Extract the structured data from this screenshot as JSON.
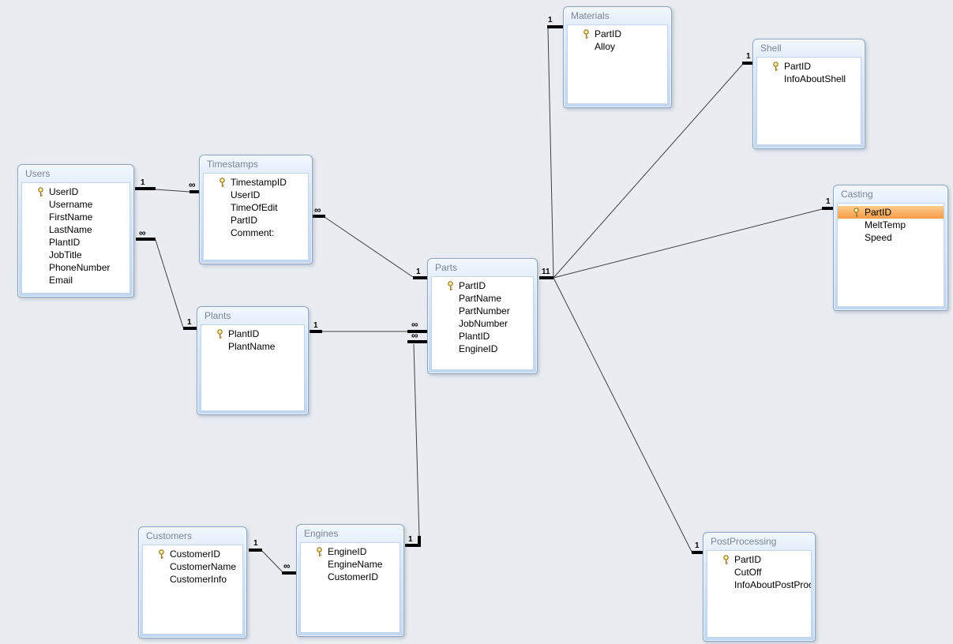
{
  "diagram_type": "database-relationships",
  "colors": {
    "background": "#E9EDF1",
    "selection_orange": "#F69B49",
    "table_chrome_blue": "#C2D7F0",
    "title_text": "#7A8696",
    "key_gold": "#C8A63C"
  },
  "tables": [
    {
      "name": "Users",
      "fields": [
        {
          "name": "UserID",
          "key": true
        },
        {
          "name": "Username",
          "key": false
        },
        {
          "name": "FirstName",
          "key": false
        },
        {
          "name": "LastName",
          "key": false
        },
        {
          "name": "PlantID",
          "key": false
        },
        {
          "name": "JobTitle",
          "key": false
        },
        {
          "name": "PhoneNumber",
          "key": false
        },
        {
          "name": "Email",
          "key": false
        }
      ]
    },
    {
      "name": "Timestamps",
      "fields": [
        {
          "name": "TimestampID",
          "key": true
        },
        {
          "name": "UserID",
          "key": false
        },
        {
          "name": "TimeOfEdit",
          "key": false
        },
        {
          "name": "PartID",
          "key": false
        },
        {
          "name": "Comment:",
          "key": false
        }
      ]
    },
    {
      "name": "Materials",
      "fields": [
        {
          "name": "PartID",
          "key": true
        },
        {
          "name": "Alloy",
          "key": false
        }
      ]
    },
    {
      "name": "Shell",
      "fields": [
        {
          "name": "PartID",
          "key": true
        },
        {
          "name": "InfoAboutShell",
          "key": false
        }
      ]
    },
    {
      "name": "Casting",
      "fields": [
        {
          "name": "PartID",
          "key": true,
          "selected": true
        },
        {
          "name": "MeltTemp",
          "key": false
        },
        {
          "name": "Speed",
          "key": false
        }
      ]
    },
    {
      "name": "Parts",
      "fields": [
        {
          "name": "PartID",
          "key": true
        },
        {
          "name": "PartName",
          "key": false
        },
        {
          "name": "PartNumber",
          "key": false
        },
        {
          "name": "JobNumber",
          "key": false
        },
        {
          "name": "PlantID",
          "key": false
        },
        {
          "name": "EngineID",
          "key": false
        }
      ]
    },
    {
      "name": "Plants",
      "fields": [
        {
          "name": "PlantID",
          "key": true
        },
        {
          "name": "PlantName",
          "key": false
        }
      ]
    },
    {
      "name": "Customers",
      "fields": [
        {
          "name": "CustomerID",
          "key": true
        },
        {
          "name": "CustomerName",
          "key": false
        },
        {
          "name": "CustomerInfo",
          "key": false
        }
      ]
    },
    {
      "name": "Engines",
      "fields": [
        {
          "name": "EngineID",
          "key": true
        },
        {
          "name": "EngineName",
          "key": false
        },
        {
          "name": "CustomerID",
          "key": false
        }
      ]
    },
    {
      "name": "PostProcessing",
      "fields": [
        {
          "name": "PartID",
          "key": true
        },
        {
          "name": "CutOff",
          "key": false
        },
        {
          "name": "InfoAboutPostProc",
          "key": false
        }
      ]
    }
  ],
  "relationships": [
    {
      "from": "Users",
      "to": "Timestamps",
      "from_label": "1",
      "to_label": "∞"
    },
    {
      "from": "Users",
      "to": "Plants",
      "from_label": "∞",
      "to_label": "1"
    },
    {
      "from": "Timestamps",
      "to": "Parts",
      "from_label": "∞",
      "to_label": "1"
    },
    {
      "from": "Plants",
      "to": "Parts",
      "from_label": "1",
      "to_label": "∞"
    },
    {
      "from": "Parts",
      "to": "Engines",
      "from_label": "∞",
      "to_label": "1"
    },
    {
      "from": "Customers",
      "to": "Engines",
      "from_label": "1",
      "to_label": "∞"
    },
    {
      "from": "Parts",
      "to": "Materials",
      "from_label": "11",
      "to_label": "1"
    },
    {
      "from": "Parts",
      "to": "Shell",
      "from_label": "11",
      "to_label": "1"
    },
    {
      "from": "Parts",
      "to": "Casting",
      "from_label": "11",
      "to_label": "1"
    },
    {
      "from": "Parts",
      "to": "PostProcessing",
      "from_label": "11",
      "to_label": "1"
    }
  ]
}
